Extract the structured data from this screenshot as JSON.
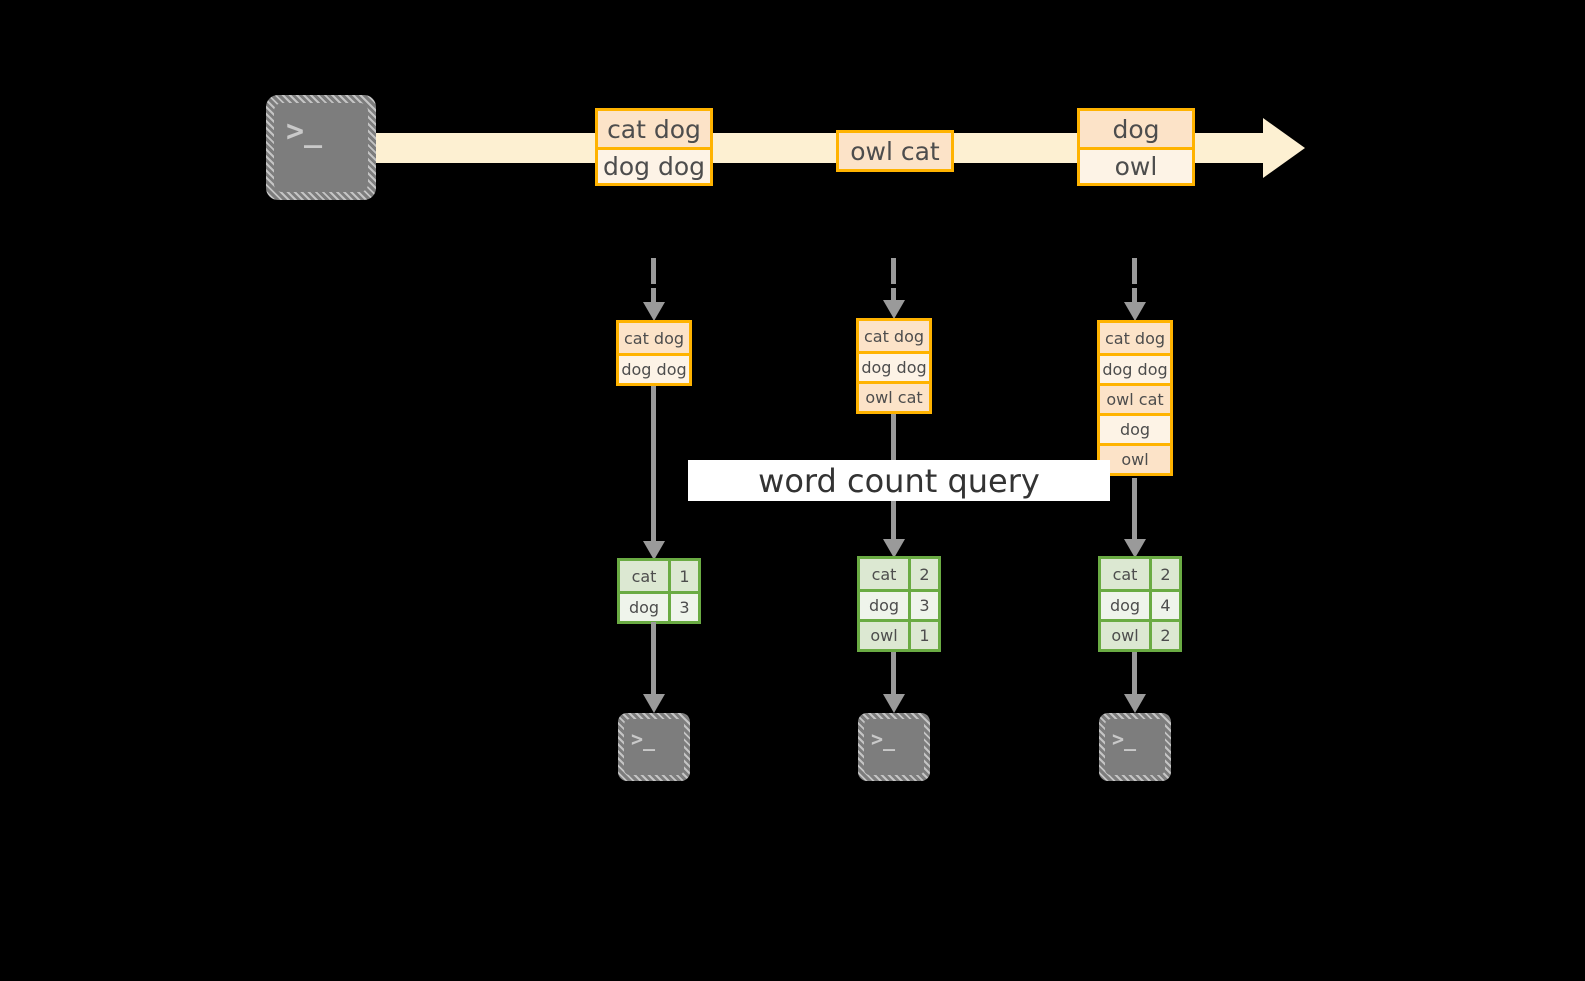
{
  "diagram": {
    "type": "streaming-word-count-dataflow",
    "source": {
      "icon": "terminal-icon",
      "prompt_glyph": ">_"
    },
    "stream": {
      "direction": "left-to-right",
      "records": [
        {
          "lines": [
            "cat dog",
            "dog dog"
          ]
        },
        {
          "lines": [
            "owl cat"
          ]
        },
        {
          "lines": [
            "dog",
            "owl"
          ]
        }
      ]
    },
    "snapshots": [
      {
        "accumulated": [
          "cat dog",
          "dog dog"
        ],
        "result": {
          "rows": [
            {
              "word": "cat",
              "count": "1"
            },
            {
              "word": "dog",
              "count": "3"
            }
          ]
        },
        "sink": {
          "icon": "terminal-icon",
          "prompt_glyph": ">_"
        }
      },
      {
        "accumulated": [
          "cat dog",
          "dog dog",
          "owl cat"
        ],
        "result": {
          "rows": [
            {
              "word": "cat",
              "count": "2"
            },
            {
              "word": "dog",
              "count": "3"
            },
            {
              "word": "owl",
              "count": "1"
            }
          ]
        },
        "sink": {
          "icon": "terminal-icon",
          "prompt_glyph": ">_"
        }
      },
      {
        "accumulated": [
          "cat dog",
          "dog dog",
          "owl cat",
          "dog",
          "owl"
        ],
        "result": {
          "rows": [
            {
              "word": "cat",
              "count": "2"
            },
            {
              "word": "dog",
              "count": "4"
            },
            {
              "word": "owl",
              "count": "2"
            }
          ]
        },
        "sink": {
          "icon": "terminal-icon",
          "prompt_glyph": ">_"
        }
      }
    ],
    "query_label": "word count query",
    "colors": {
      "background": "#000000",
      "stream_band": "#fdf0d2",
      "record_border": "#ffb300",
      "record_fill_odd": "#fce3c8",
      "record_fill_even": "#fdf3e6",
      "result_border": "#6aab43",
      "result_fill_odd": "#dce8d2",
      "result_fill_even": "#eff4eb",
      "connector": "#9a9a9a",
      "terminal_fill": "#7d7d7d",
      "label_band": "#ffffff",
      "text": "#4d4d4d"
    }
  }
}
